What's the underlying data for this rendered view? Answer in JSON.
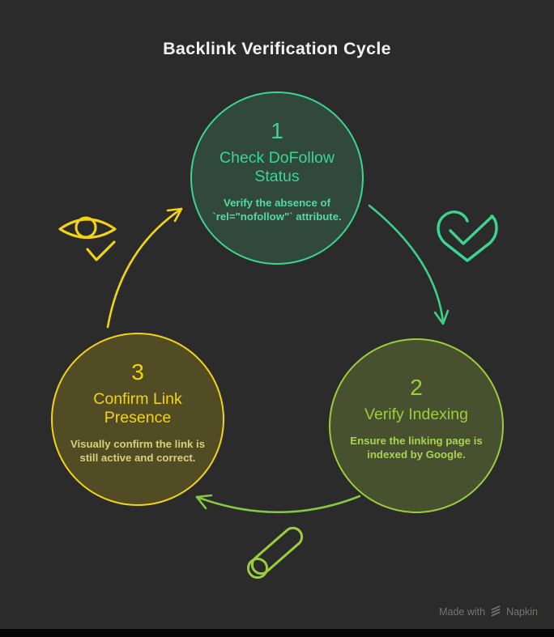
{
  "title": "Backlink Verification Cycle",
  "steps": [
    {
      "number": "1",
      "title": "Check DoFollow Status",
      "description": "Verify the absence of `rel=\"nofollow\"` attribute."
    },
    {
      "number": "2",
      "title": "Verify Indexing",
      "description": "Ensure the linking page is indexed by Google."
    },
    {
      "number": "3",
      "title": "Confirm Link Presence",
      "description": "Visually confirm the link is still active and correct."
    }
  ],
  "icons": [
    {
      "name": "eye-icon"
    },
    {
      "name": "heart-check-icon"
    },
    {
      "name": "megaphone-icon"
    },
    {
      "name": "napkin-logo-icon"
    }
  ],
  "colors": {
    "background": "#2b2b2b",
    "title_text": "#f1f1f1",
    "step1_accent": "#3ad68e",
    "step1_fill": "#31483d",
    "step1_desc": "#57d99d",
    "step2_accent": "#9ccd3b",
    "step2_fill": "#48512f",
    "step2_desc": "#a8d254",
    "step3_accent": "#f2d412",
    "step3_fill": "#524c24",
    "step3_desc": "#d8d17b",
    "arrow_1_2": "#3ecf85",
    "arrow_2_3": "#84c844",
    "arrow_3_1": "#f2d412",
    "footer_text": "#79776b",
    "bottom_bar": "#060606"
  },
  "footer": {
    "made_with": "Made with",
    "brand": "Napkin"
  }
}
